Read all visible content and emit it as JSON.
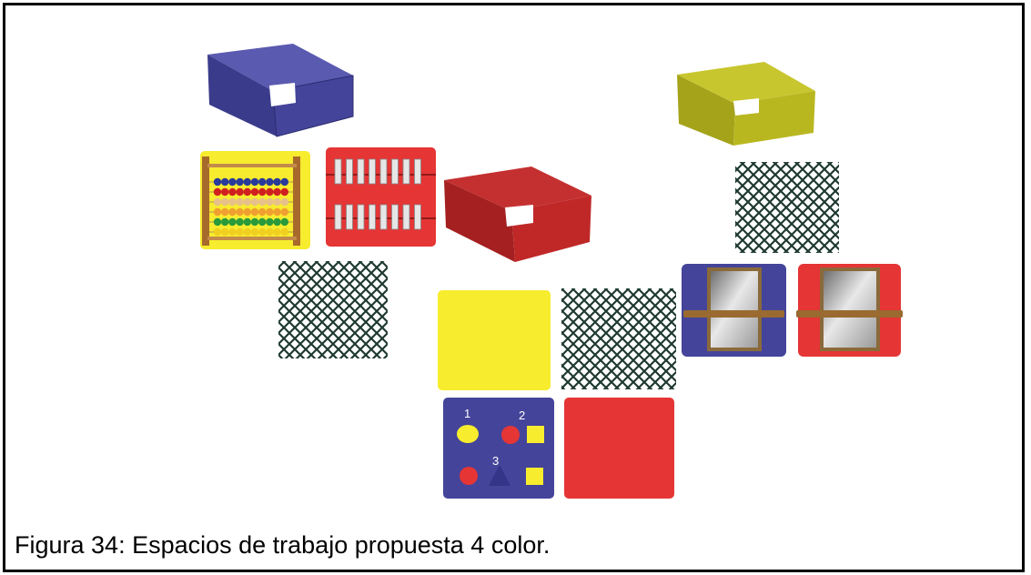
{
  "caption": "Figura 34: Espacios de trabajo propuesta 4 color.",
  "colors": {
    "blue": "#44449a",
    "red": "#e53535",
    "yellow": "#f7ec2e",
    "olive": "#b9b720",
    "net": "#1f3a30"
  },
  "board_numbers": [
    "1",
    "2",
    "3"
  ],
  "items": [
    {
      "name": "blue-box",
      "kind": "open-box",
      "color": "blue"
    },
    {
      "name": "olive-box",
      "kind": "open-box",
      "color": "olive"
    },
    {
      "name": "red-box",
      "kind": "open-box",
      "color": "red"
    },
    {
      "name": "abacus-panel",
      "kind": "panel",
      "color": "yellow"
    },
    {
      "name": "sliders-panel",
      "kind": "panel",
      "color": "red"
    },
    {
      "name": "net-panel",
      "kind": "net",
      "count": 3
    },
    {
      "name": "mirror-panel-blue",
      "kind": "mirror",
      "color": "blue"
    },
    {
      "name": "mirror-panel-red",
      "kind": "mirror",
      "color": "red"
    },
    {
      "name": "yellow-panel",
      "kind": "solid",
      "color": "yellow"
    },
    {
      "name": "red-panel",
      "kind": "solid",
      "color": "red"
    },
    {
      "name": "shapes-board",
      "kind": "shapes",
      "color": "blue"
    }
  ]
}
